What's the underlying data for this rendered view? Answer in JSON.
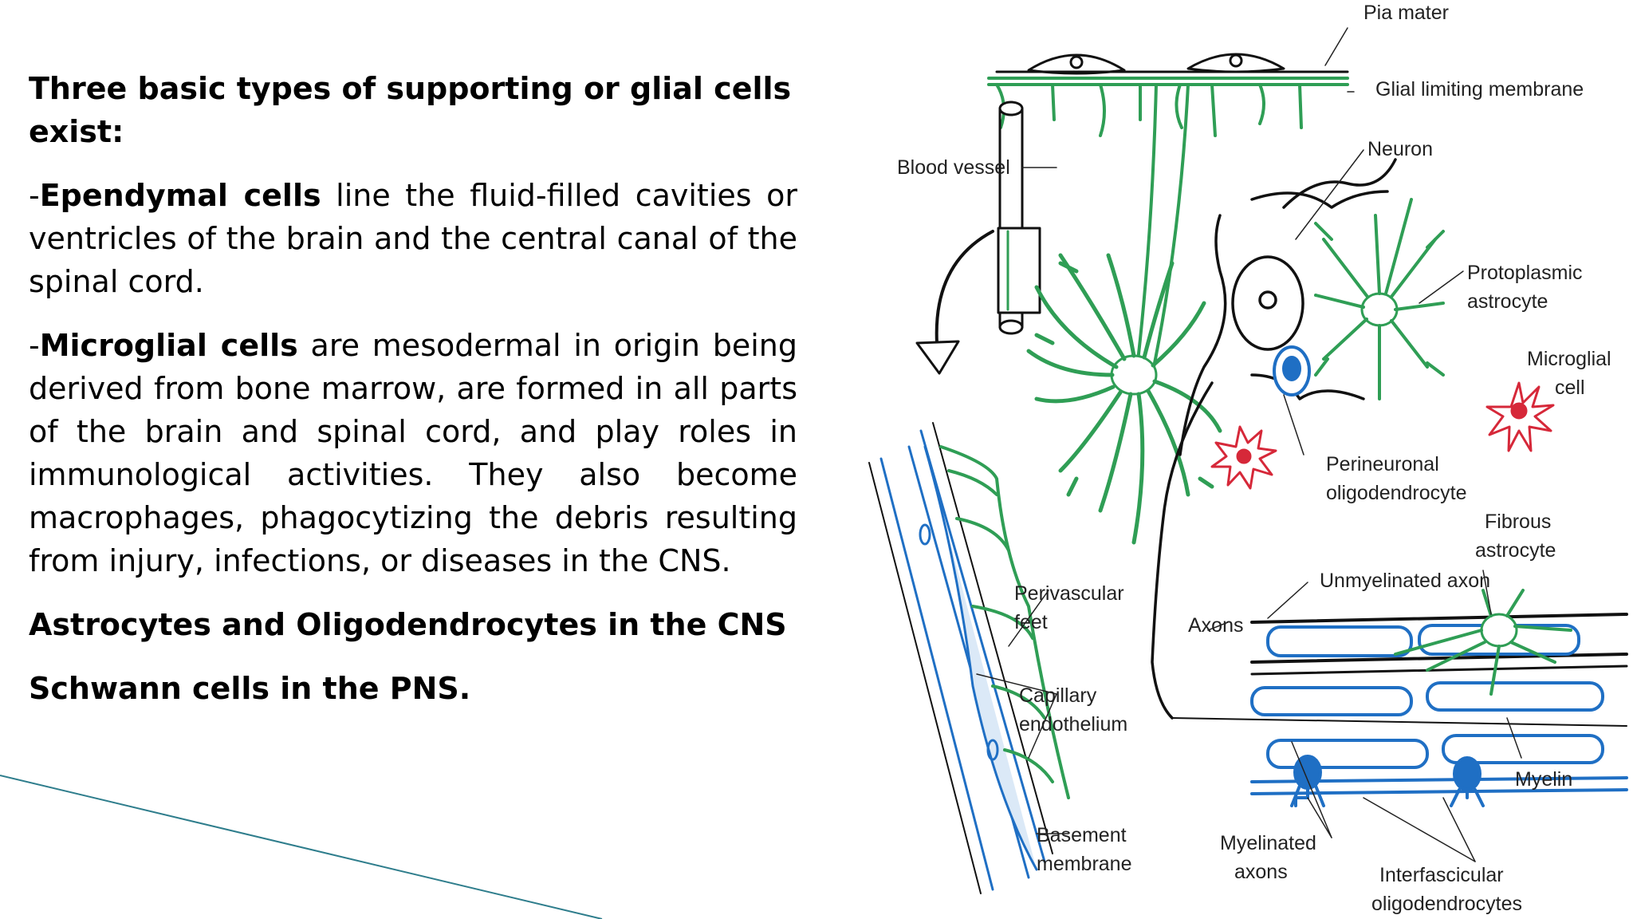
{
  "text": {
    "heading": "Three basic types of supporting or glial cells exist:",
    "ependymal_term": "Ependymal cells",
    "ependymal_desc": " line the fluid-filled cavities or ventricles of the brain and the central canal of the spinal cord.",
    "microglial_term": "Microglial cells",
    "microglial_desc": " are mesodermal in origin being derived from bone marrow, are formed in all parts of the brain and spinal cord, and play roles in immunological activities. They also become macrophages, phagocytizing the debris resulting from injury, infections, or diseases in the CNS.",
    "cns_line": "Astrocytes and Oligodendrocytes in the CNS",
    "pns_line": "Schwann cells  in the PNS."
  },
  "diagram": {
    "labels": {
      "pia_mater": "Pia mater",
      "glial_limiting_membrane": "Glial limiting membrane",
      "blood_vessel": "Blood vessel",
      "neuron": "Neuron",
      "protoplasmic_1": "Protoplasmic",
      "protoplasmic_2": "astrocyte",
      "microglial_1": "Microglial",
      "microglial_2": "cell",
      "perineuronal_1": "Perineuronal",
      "perineuronal_2": "oligodendrocyte",
      "fibrous_1": "Fibrous",
      "fibrous_2": "astrocyte",
      "unmyelinated_axon": "Unmyelinated axon",
      "axons": "Axons",
      "perivascular_1": "Perivascular",
      "perivascular_2": "feet",
      "capillary_1": "Capillary",
      "capillary_2": "endothelium",
      "basement_1": "Basement",
      "basement_2": "membrane",
      "myelin": "Myelin",
      "myelinated_1": "Myelinated",
      "myelinated_2": "axons",
      "interfascicular_1": "Interfascicular",
      "interfascicular_2": "oligodendrocytes"
    },
    "colors": {
      "astrocyte": "#2f9e55",
      "oligodendrocyte": "#1f6fc4",
      "microglia": "#d62839",
      "outline": "#111111",
      "accent_line": "#2e7d8c"
    }
  }
}
